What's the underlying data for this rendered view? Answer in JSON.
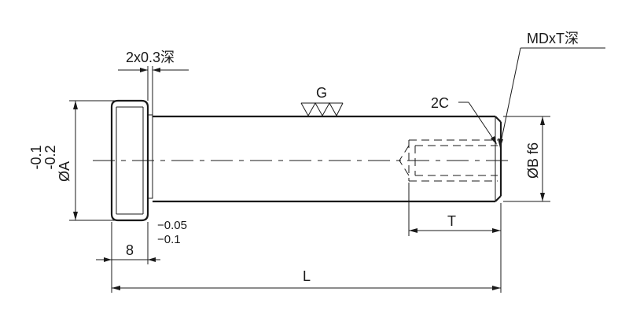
{
  "labels": {
    "chamfer_groove": "2x0.3深",
    "thread_callout": "MDxT深",
    "finish_symbol_letter": "G",
    "chamfer_end": "2C",
    "head_dia_tol_upper": "-0.1",
    "head_dia_tol_lower": "-0.2",
    "head_dia": "ØA",
    "shaft_dia": "ØB f6",
    "head_len_tol_upper": "−0.05",
    "head_len_tol_lower": "−0.1",
    "head_len": "8",
    "thread_depth": "T",
    "overall_len": "L"
  }
}
